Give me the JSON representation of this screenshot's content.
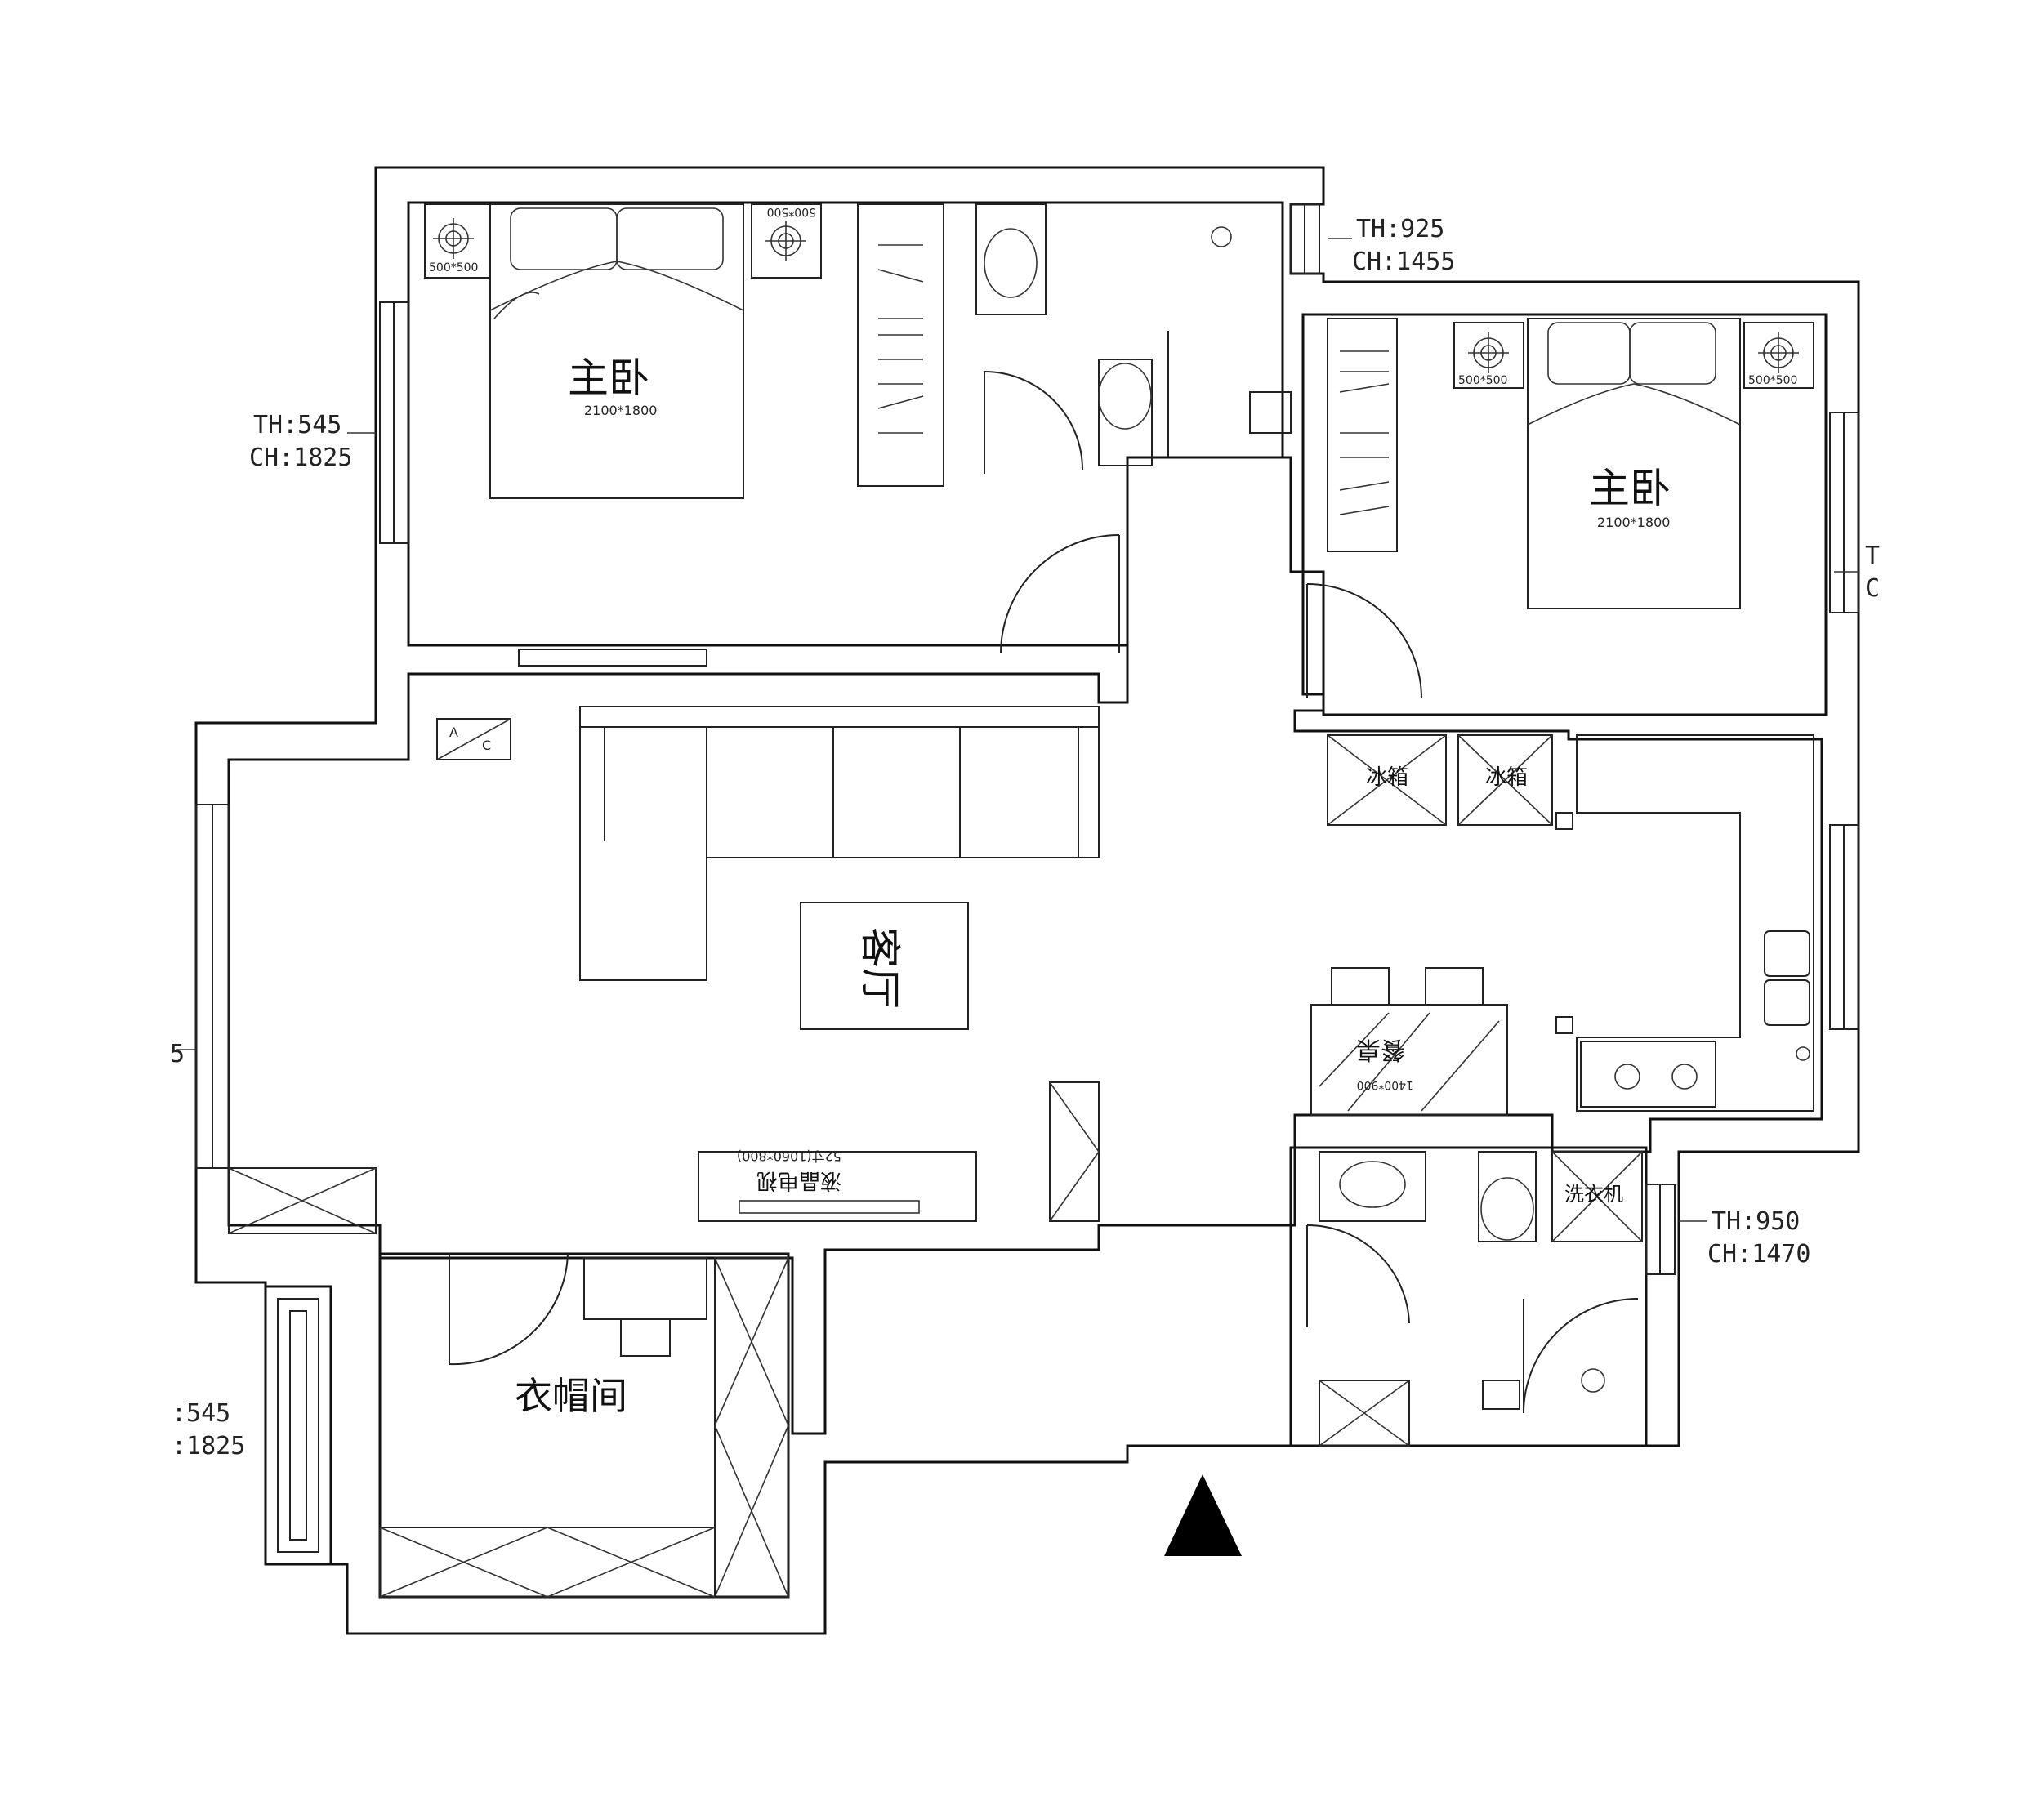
{
  "rooms": {
    "master_bedroom_left": "主卧",
    "master_bedroom_right": "主卧",
    "living_room": "客厅",
    "cloakroom": "衣帽间"
  },
  "bed_size_left": "2100*1800",
  "bed_size_right": "2100*1800",
  "nightstand_sizes": [
    "500*500",
    "500*500",
    "500*500",
    "500*500"
  ],
  "appliances": {
    "fridge_1": "冰箱",
    "fridge_2": "冰箱",
    "washer": "洗衣机",
    "dining_table_label": "餐桌",
    "dining_table_size": "1400*900",
    "tv_label": "液晶电视",
    "tv_size": "52寸(1060*800)",
    "ac_left": "A",
    "ac_right": "C"
  },
  "window_marks": [
    {
      "th": "TH:545",
      "ch": "CH:1825"
    },
    {
      "th": "TH:925",
      "ch": "CH:1455"
    },
    {
      "th": "TH:950",
      "ch": "CH:1470"
    },
    {
      "th": ":545",
      "ch": ":1825"
    },
    {
      "th": "T",
      "ch": "C"
    },
    {
      "th": "5",
      "ch": ""
    }
  ]
}
